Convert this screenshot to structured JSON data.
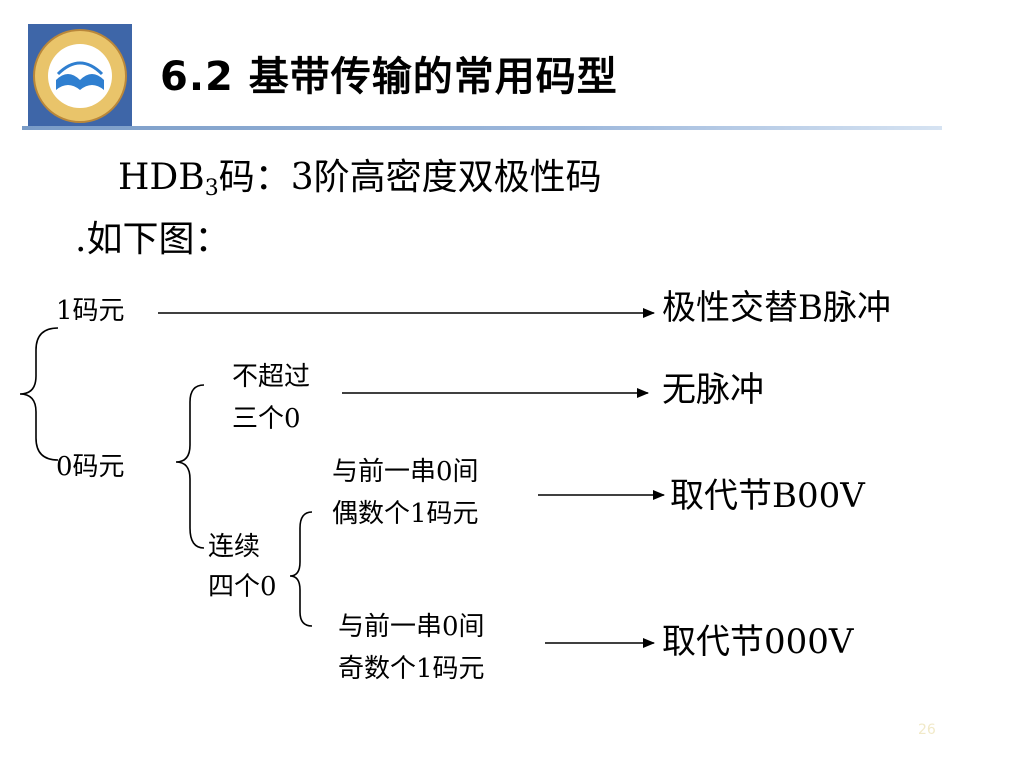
{
  "title": "6.2 基带传输的常用码型",
  "heading": {
    "prefix": "HDB",
    "subscript": "3",
    "suffix": "码：3阶高密度双极性码"
  },
  "intro": ".如下图：",
  "diagram": {
    "node_one": "1码元",
    "result_one": "极性交替B脉冲",
    "node_zero": "0码元",
    "not_exceed_line1": "不超过",
    "not_exceed_line2": "三个0",
    "result_none": "无脉冲",
    "consecutive_line1": "连续",
    "consecutive_line2": "四个0",
    "even_line1": "与前一串0间",
    "even_line2": "偶数个1码元",
    "result_b00v": "取代节B00V",
    "odd_line1": "与前一串0间",
    "odd_line2": "奇数个1码元",
    "result_000v": "取代节000V"
  },
  "page_number": "26"
}
